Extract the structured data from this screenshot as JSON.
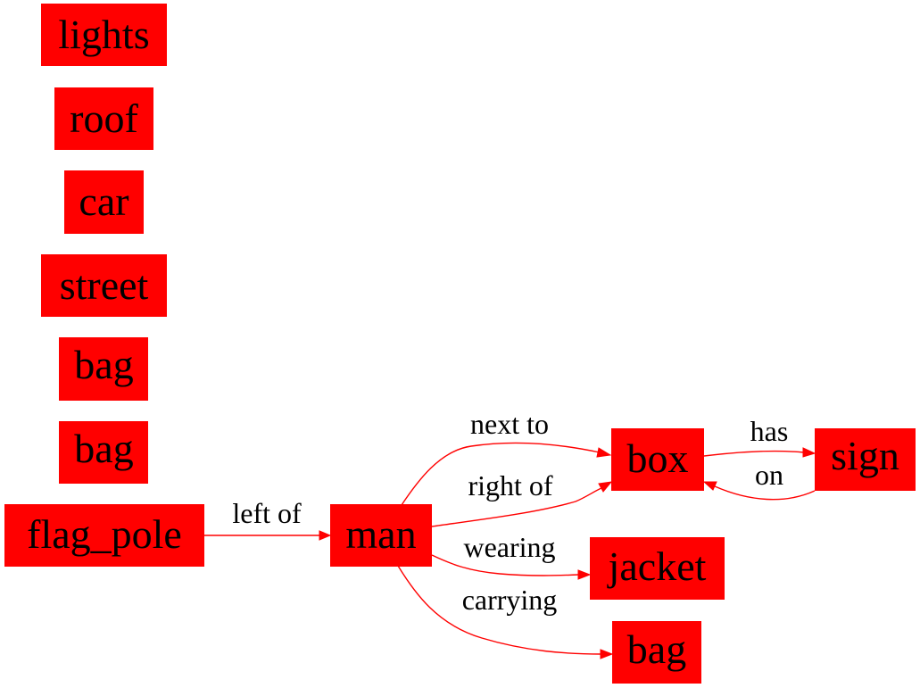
{
  "colors": {
    "node_fill": "#ff0000",
    "edge": "#ff0000",
    "text": "#000000",
    "background": "#ffffff"
  },
  "nodes": {
    "lights": "lights",
    "roof": "roof",
    "car": "car",
    "street": "street",
    "bag_1": "bag",
    "bag_2": "bag",
    "flag_pole": "flag_pole",
    "man": "man",
    "box": "box",
    "sign": "sign",
    "jacket": "jacket",
    "bag_3": "bag"
  },
  "edges": [
    {
      "from": "flag_pole",
      "to": "man",
      "label": "left of"
    },
    {
      "from": "man",
      "to": "box",
      "label": "next to"
    },
    {
      "from": "man",
      "to": "box",
      "label": "right of"
    },
    {
      "from": "man",
      "to": "jacket",
      "label": "wearing"
    },
    {
      "from": "man",
      "to": "bag_3",
      "label": "carrying"
    },
    {
      "from": "box",
      "to": "sign",
      "label": "has"
    },
    {
      "from": "sign",
      "to": "box",
      "label": "on"
    }
  ]
}
